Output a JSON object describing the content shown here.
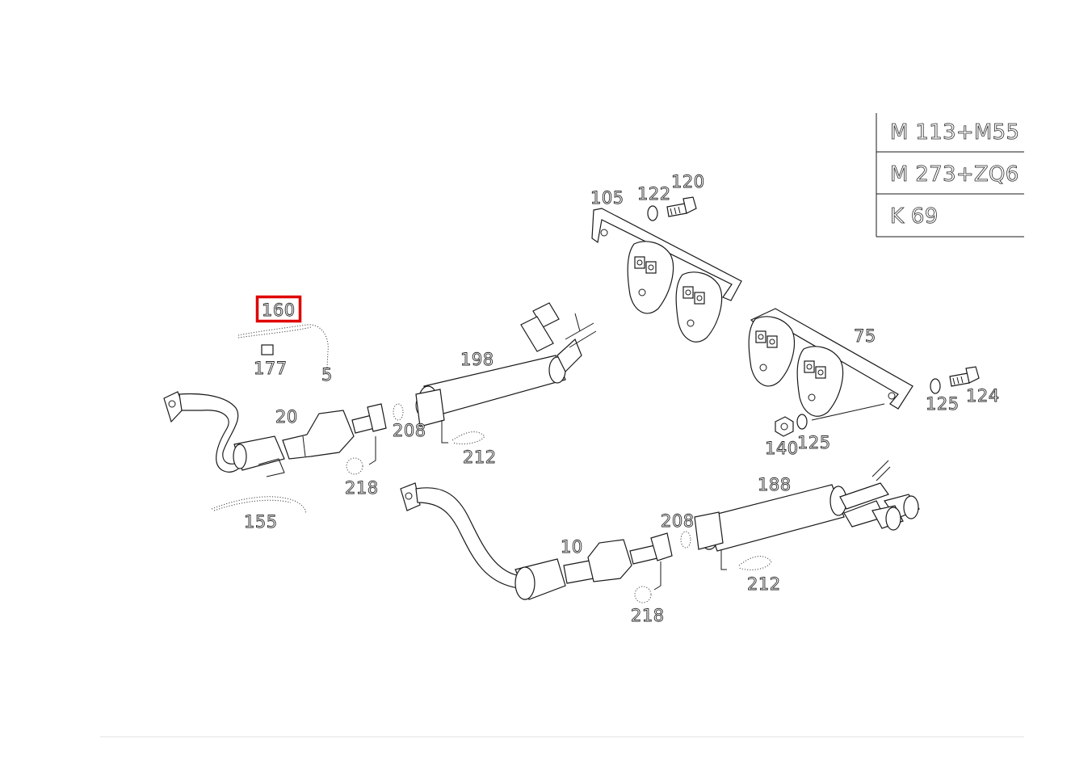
{
  "legend": {
    "rows": [
      "M 113+M55",
      "M 273+ZQ6",
      "K 69"
    ]
  },
  "labels": {
    "p160": "160",
    "p177": "177",
    "p5": "5",
    "p20": "20",
    "p155": "155",
    "p218a": "218",
    "p208a": "208",
    "p212a": "212",
    "p198": "198",
    "p105": "105",
    "p122": "122",
    "p120": "120",
    "p75": "75",
    "p125a": "125",
    "p124": "124",
    "p140": "140",
    "p125b": "125",
    "p188": "188",
    "p208b": "208",
    "p212b": "212",
    "p10": "10",
    "p218b": "218"
  },
  "selected_part": "160",
  "colors": {
    "highlight": "#e00000",
    "line": "#1a1a1a"
  }
}
